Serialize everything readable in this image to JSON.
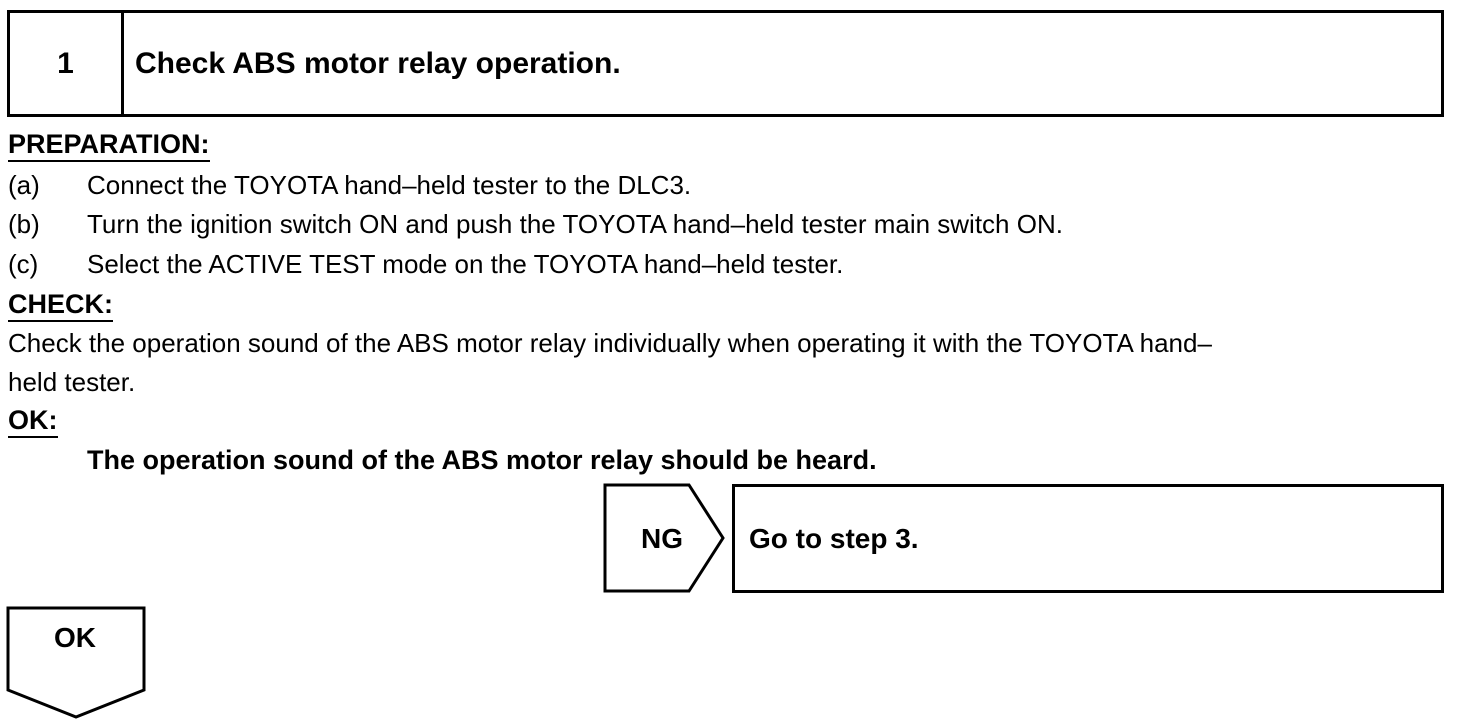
{
  "step": {
    "number": "1",
    "title": "Check ABS motor relay operation."
  },
  "preparation": {
    "heading": "PREPARATION:",
    "items": [
      {
        "letter": "(a)",
        "text": "Connect the TOYOTA hand–held tester to the DLC3."
      },
      {
        "letter": "(b)",
        "text": "Turn the ignition switch ON and push the TOYOTA hand–held tester main switch ON."
      },
      {
        "letter": "(c)",
        "text": "Select the ACTIVE TEST mode on the TOYOTA hand–held tester."
      }
    ]
  },
  "check": {
    "heading": "CHECK:",
    "lines": [
      "Check the operation sound of the ABS motor relay individually when operating it with the TOYOTA hand–",
      "held tester."
    ]
  },
  "ok": {
    "heading": "OK:",
    "statement": "The operation sound of the ABS motor relay should be heard."
  },
  "flow": {
    "ng_label": "NG",
    "ng_target": "Go to step 3.",
    "ok_label": "OK"
  }
}
